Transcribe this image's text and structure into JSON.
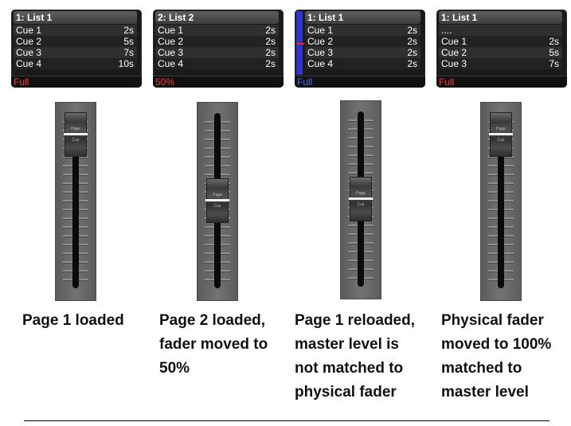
{
  "steps": [
    {
      "panel": {
        "title": "1: List 1",
        "rows": [
          {
            "name": "Cue 1",
            "time": "2s"
          },
          {
            "name": "Cue 2",
            "time": "5s"
          },
          {
            "name": "Cue 3",
            "time": "7s"
          },
          {
            "name": "Cue 4",
            "time": "10s"
          }
        ],
        "status": "Full"
      },
      "fader": {
        "knob_text_top": "Page",
        "knob_text_bottom": "Cue",
        "level": 1.0
      },
      "caption": "Page 1 loaded"
    },
    {
      "panel": {
        "title": "2: List 2",
        "rows": [
          {
            "name": "Cue 1",
            "time": "2s"
          },
          {
            "name": "Cue 2",
            "time": "2s"
          },
          {
            "name": "Cue 3",
            "time": "2s"
          },
          {
            "name": "Cue 4",
            "time": "2s"
          }
        ],
        "status": "50%"
      },
      "fader": {
        "knob_text_top": "Page",
        "knob_text_bottom": "Cue",
        "level": 0.5
      },
      "caption": "Page 2 loaded,\nfader moved to\n50%"
    },
    {
      "panel": {
        "title": "1: List 1",
        "rows": [
          {
            "name": "Cue 1",
            "time": "2s"
          },
          {
            "name": "Cue 2",
            "time": "2s"
          },
          {
            "name": "Cue 3",
            "time": "2s"
          },
          {
            "name": "Cue 4",
            "time": "2s"
          }
        ],
        "status": "Full",
        "master_level": 1.0,
        "physical_level": 0.5
      },
      "fader": {
        "knob_text_top": "Page",
        "knob_text_bottom": "Cue",
        "level": 0.5
      },
      "caption": "Page 1 reloaded,\nmaster level is\nnot matched to\nphysical fader"
    },
    {
      "panel": {
        "title": "1: List 1",
        "pre_row": "....",
        "rows": [
          {
            "name": "Cue 1",
            "time": "2s"
          },
          {
            "name": "Cue 2",
            "time": "5s"
          },
          {
            "name": "Cue 3",
            "time": "7s"
          }
        ],
        "status": "Full"
      },
      "fader": {
        "knob_text_top": "Page",
        "knob_text_bottom": "Cue",
        "level": 1.0
      },
      "caption": "Physical fader\nmoved to 100%\nmatched to\nmaster level"
    }
  ],
  "colors": {
    "status_red": "#ff3a3a",
    "status_blue": "#4b6cff",
    "master_bar": "#2d36c8",
    "physical_mark": "#ff2020"
  }
}
